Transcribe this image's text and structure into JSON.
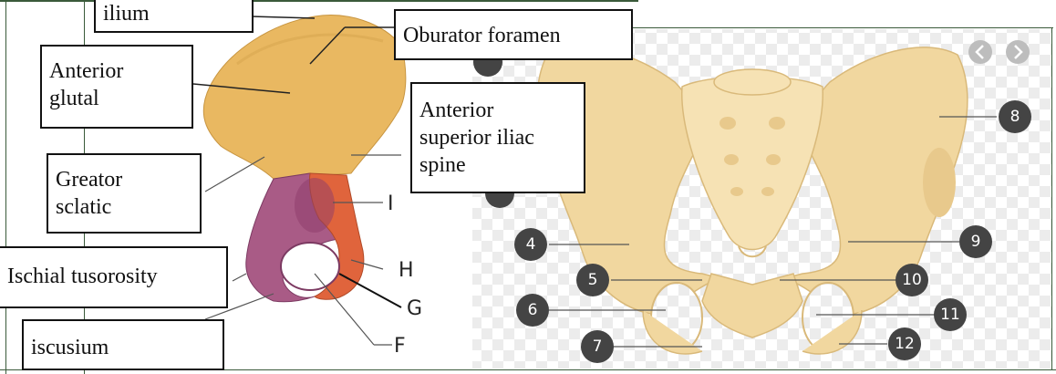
{
  "left_labels": {
    "ilium": "ilium",
    "obturator": "Oburator foramen",
    "anterior_glutal": "Anterior\nglutal",
    "asis": "Anterior\nsuperior iliac\nspine",
    "greator_sciatic": "Greator\nsclatic",
    "ischial_tuberosity": "Ischial tusorosity",
    "ischium": "iscusium"
  },
  "letter_labels": [
    "I",
    "H",
    "G",
    "F"
  ],
  "number_labels": [
    "4",
    "5",
    "6",
    "7",
    "8",
    "9",
    "10",
    "11",
    "12"
  ],
  "colors": {
    "ilium_bone": "#e9b861",
    "ischium_bone": "#a95b86",
    "pubis_bone": "#e0643c",
    "pelvis_bone": "#f1d79f",
    "marker": "#444444",
    "nav_button": "#bdbdbd"
  },
  "nav": {
    "prev_icon": "chevron-left-icon",
    "next_icon": "chevron-right-icon"
  }
}
